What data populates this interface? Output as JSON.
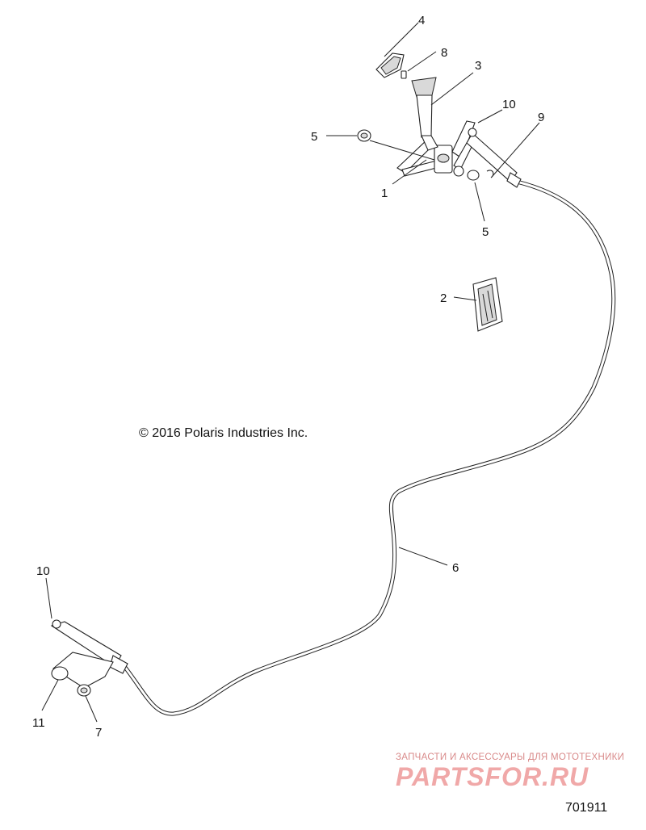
{
  "copyright": "© 2016 Polaris Industries Inc.",
  "diagram_id": "701911",
  "watermark": {
    "tagline": "ЗАПЧАСТИ И АКСЕССУАРЫ ДЛЯ МОТОТЕХНИКИ",
    "logo": "PARTSFOR.RU"
  },
  "callouts": {
    "c1": "1",
    "c2": "2",
    "c3": "3",
    "c4": "4",
    "c5a": "5",
    "c5b": "5",
    "c6": "6",
    "c7": "7",
    "c8": "8",
    "c9": "9",
    "c10a": "10",
    "c10b": "10",
    "c11": "11"
  }
}
